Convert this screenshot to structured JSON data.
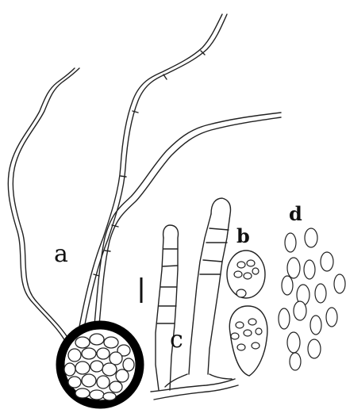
{
  "figure": {
    "labels": {
      "a": "a",
      "b": "b",
      "c": "c",
      "d": "d"
    }
  }
}
